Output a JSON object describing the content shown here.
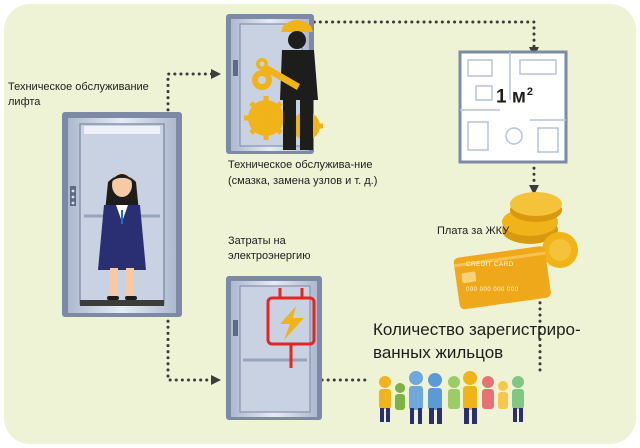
{
  "labels": {
    "lift_maintenance": "Техническое обслуживание лифта",
    "maintenance_detail": "Техническое обслужива-ние (смазка, замена узлов и т. д.)",
    "energy_costs": "Затраты на электроэнергию",
    "housing_payment": "Плата за ЖКУ",
    "registered_residents": "Количество зарегистриро-ванных жильцов",
    "area_unit": "1 м",
    "area_exponent": "2"
  },
  "card": {
    "title": "CREDIT CARD",
    "number": "000 000 000 000"
  },
  "colors": {
    "background": "#eef3d6",
    "dotted_arrow": "#3c3c3b",
    "elevator_frame": "#7c8aa6",
    "elevator_inner": "#c9d2e3",
    "gear": "#f1b418",
    "coin": "#f1b418",
    "card": "#f0a81b",
    "energy_icon": "#e52521"
  }
}
